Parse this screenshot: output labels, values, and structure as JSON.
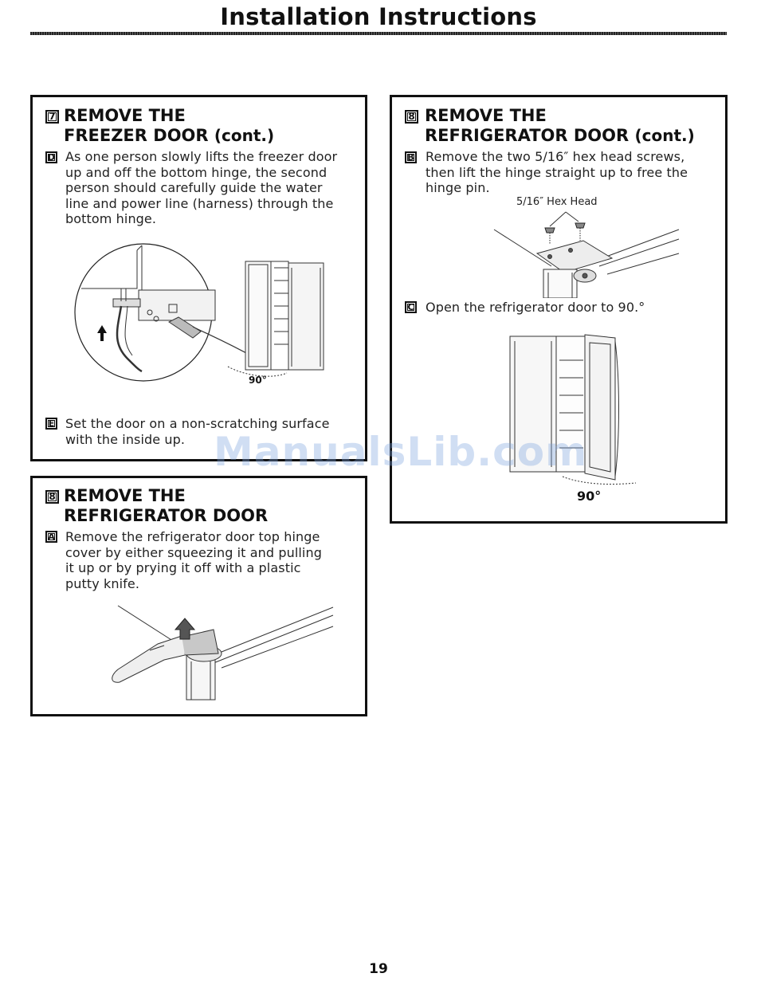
{
  "header": {
    "title": "Installation Instructions"
  },
  "sections": {
    "freezer_cont": {
      "step_number": "7",
      "heading_line1": "REMOVE THE",
      "heading_line2_main": "FREEZER DOOR",
      "heading_line2_suffix": "(cont.)",
      "step_d": {
        "letter": "D",
        "lines": [
          "As one person slowly lifts the freezer door",
          "up and off the bottom hinge, the second",
          "person should carefully guide the water",
          "line and power line (harness) through the",
          "bottom hinge."
        ]
      },
      "figure_angle": "90°",
      "step_e": {
        "letter": "E",
        "lines": [
          "Set the door on a non-scratching surface",
          "with the inside up."
        ]
      }
    },
    "refrigerator": {
      "step_number": "8",
      "heading_line1": "REMOVE THE",
      "heading_line2": "REFRIGERATOR DOOR",
      "step_a": {
        "letter": "A",
        "lines": [
          "Remove the refrigerator door top hinge",
          "cover by either squeezing it and pulling",
          "it up or by prying it off with a plastic",
          "putty knife."
        ]
      }
    },
    "refrigerator_cont": {
      "step_number": "8",
      "heading_line1": "REMOVE THE",
      "heading_line2_main": "REFRIGERATOR DOOR",
      "heading_line2_suffix": "(cont.)",
      "step_b": {
        "letter": "B",
        "lines": [
          "Remove the two 5/16″ hex head screws,",
          "then lift the hinge straight up to free the",
          "hinge pin."
        ]
      },
      "hinge_callout": "5/16″ Hex Head",
      "step_c": {
        "letter": "C",
        "text": "Open the refrigerator door to 90.°"
      },
      "figure_angle": "90°"
    }
  },
  "watermark": "ManualsLib.com",
  "footer": {
    "page_number": "19"
  }
}
